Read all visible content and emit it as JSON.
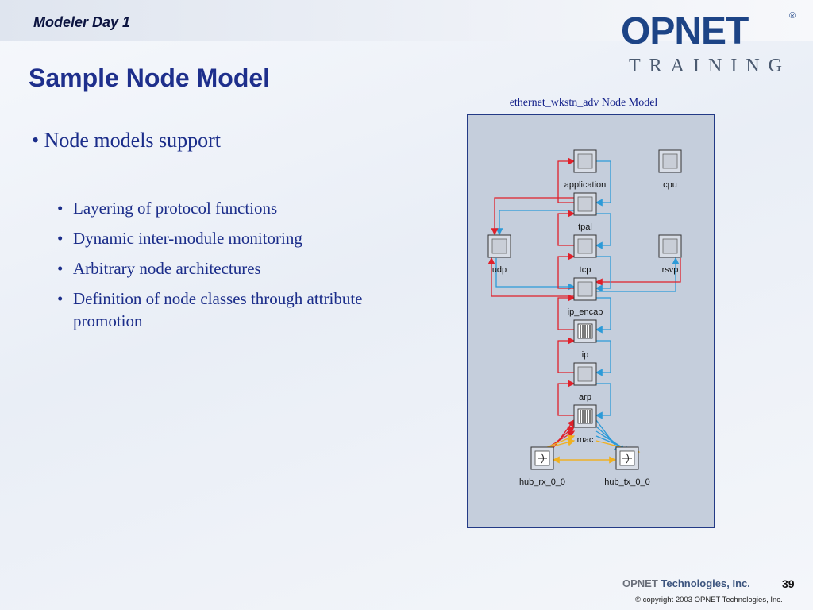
{
  "header": {
    "course": "Modeler Day 1",
    "logo_word": "OPNET",
    "logo_reg": "®",
    "logo_sub": "TRAINING"
  },
  "slide": {
    "title": "Sample Node Model",
    "main_bullet": "Node models support",
    "sub_bullets": [
      "Layering of protocol functions",
      "Dynamic inter-module monitoring",
      "Arbitrary node architectures",
      "Definition of node classes through attribute promotion"
    ],
    "bullet_char": "•"
  },
  "diagram": {
    "caption": "ethernet_wkstn_adv Node Model",
    "modules": {
      "application": "application",
      "cpu": "cpu",
      "tpal": "tpal",
      "udp": "udp",
      "tcp": "tcp",
      "rsvp": "rsvp",
      "ip_encap": "ip_encap",
      "ip": "ip",
      "arp": "arp",
      "mac": "mac",
      "hub_rx": "hub_rx_0_0",
      "hub_tx": "hub_tx_0_0"
    },
    "colors": {
      "background": "#c5cedc",
      "red_stream": "#e0202a",
      "blue_stream": "#2c9ad8",
      "yellow_stream": "#f0b020"
    }
  },
  "footer": {
    "brand_op": "OPNET",
    "brand_rest": "Technologies, Inc.",
    "page_number": "39",
    "copyright": "© copyright 2003 OPNET Technologies, Inc."
  }
}
